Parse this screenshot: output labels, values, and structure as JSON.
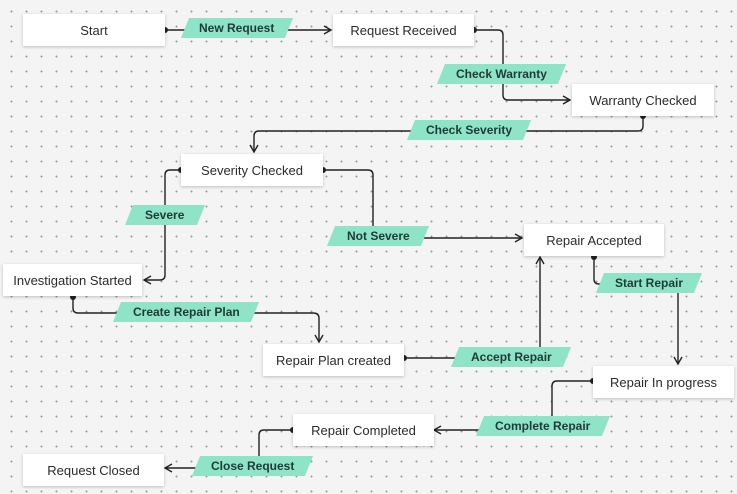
{
  "nodes": {
    "start": "Start",
    "request_received": "Request Received",
    "warranty_checked": "Warranty Checked",
    "severity_checked": "Severity Checked",
    "investigation_started": "Investigation Started",
    "repair_accepted": "Repair Accepted",
    "repair_plan_created": "Repair Plan created",
    "repair_in_progress": "Repair In progress",
    "repair_completed": "Repair Completed",
    "request_closed": "Request Closed"
  },
  "transitions": {
    "new_request": "New Request",
    "check_warranty": "Check Warranty",
    "check_severity": "Check Severity",
    "severe": "Severe",
    "not_severe": "Not Severe",
    "create_repair_plan": "Create Repair Plan",
    "accept_repair": "Accept Repair",
    "start_repair": "Start Repair",
    "complete_repair": "Complete Repair",
    "close_request": "Close Request"
  },
  "colors": {
    "edge_label_fill": "#8fe3c6",
    "edge_stroke": "#222222",
    "node_fill": "#ffffff"
  }
}
